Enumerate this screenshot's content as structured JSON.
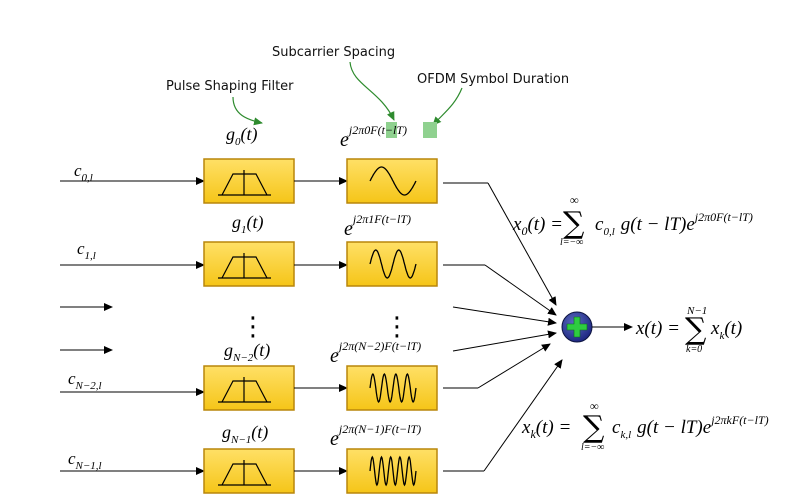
{
  "annotations": {
    "subcarrier_spacing": "Subcarrier Spacing",
    "pulse_shaping_filter": "Pulse Shaping Filter",
    "ofdm_symbol_duration": "OFDM Symbol Duration"
  },
  "colors": {
    "box_fill": "#F5C518",
    "box_fill_light": "#FFE066",
    "box_border": "#B8860B",
    "arrow_green": "#2E8B2E",
    "highlight_green": "#8FD18F",
    "adder_blue": "#1a237e",
    "adder_plus": "#2ecc40"
  },
  "rows": [
    {
      "input": {
        "base": "c",
        "sub": "0,l"
      },
      "filter": {
        "base": "g",
        "sub": "0",
        "arg": "(t)"
      },
      "exponent": {
        "pre": "j2π0",
        "F": "F",
        "mid": "(t−l",
        "T": "T",
        "post": ")"
      },
      "sine_cycles": 1
    },
    {
      "input": {
        "base": "c",
        "sub": "1,l"
      },
      "filter": {
        "base": "g",
        "sub": "1",
        "arg": "(t)"
      },
      "exponent": {
        "pre": "j2π1",
        "F": "F",
        "mid": "(t−l",
        "T": "T",
        "post": ")"
      },
      "sine_cycles": 2
    },
    {
      "input": {
        "base": "c",
        "sub": "N−2,l"
      },
      "filter": {
        "base": "g",
        "sub": "N−2",
        "arg": "(t)"
      },
      "exponent": {
        "pre": "j2π(N−2)",
        "F": "F",
        "mid": "(t−l",
        "T": "T",
        "post": ")"
      },
      "sine_cycles": 4
    },
    {
      "input": {
        "base": "c",
        "sub": "N−1,l"
      },
      "filter": {
        "base": "g",
        "sub": "N−1",
        "arg": "(t)"
      },
      "exponent": {
        "pre": "j2π(N−1)",
        "F": "F",
        "mid": "(t−l",
        "T": "T",
        "post": ")"
      },
      "sine_cycles": 5
    }
  ],
  "dots": "⋮",
  "exp_base": "e",
  "equations": {
    "x0": {
      "lhs": "x",
      "lhs_sub": "0",
      "arg": "(t) =",
      "sum_top": "∞",
      "sum_bottom": "l=−∞",
      "coef": "c",
      "coef_sub": "0,l",
      "body": "g(t − lT)e",
      "exp": "j2π0F(t−lT)"
    },
    "xk": {
      "lhs": "x",
      "lhs_sub": "k",
      "arg": "(t) =",
      "sum_top": "∞",
      "sum_bottom": "l=−∞",
      "coef": "c",
      "coef_sub": "k,l",
      "body": "g(t − lT)e",
      "exp": "j2πkF(t−lT)"
    },
    "x_total": {
      "lhs": "x(t) =",
      "sum_top": "N−1",
      "sum_bottom": "k=0",
      "term": "x",
      "term_sub": "k",
      "arg": "(t)"
    }
  }
}
